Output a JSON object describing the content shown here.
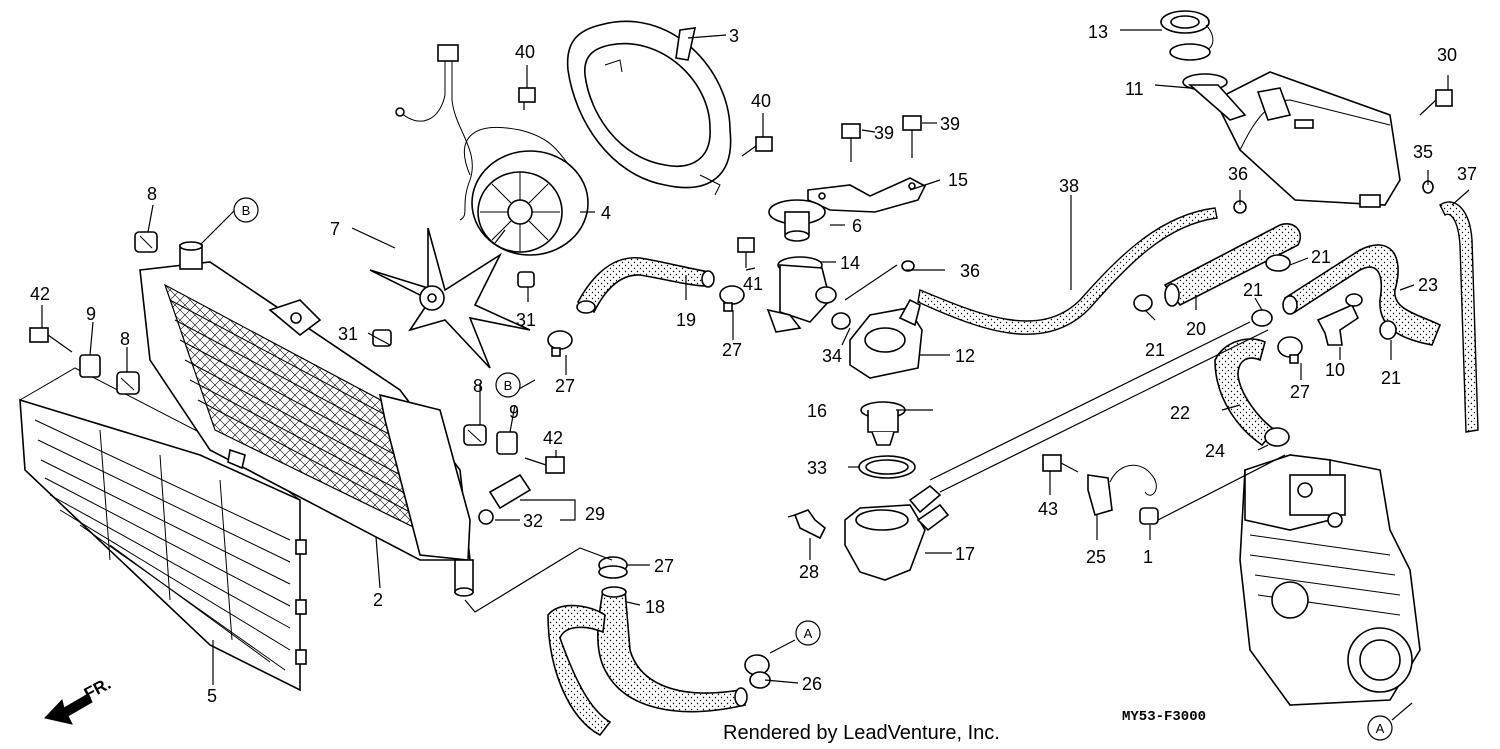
{
  "callouts": [
    {
      "id": "c1",
      "label": "1"
    },
    {
      "id": "c2",
      "label": "2"
    },
    {
      "id": "c3",
      "label": "3"
    },
    {
      "id": "c4",
      "label": "4"
    },
    {
      "id": "c5",
      "label": "5"
    },
    {
      "id": "c6",
      "label": "6"
    },
    {
      "id": "c7",
      "label": "7"
    },
    {
      "id": "c8a",
      "label": "8"
    },
    {
      "id": "c8b",
      "label": "8"
    },
    {
      "id": "c8c",
      "label": "8"
    },
    {
      "id": "c9a",
      "label": "9"
    },
    {
      "id": "c9b",
      "label": "9"
    },
    {
      "id": "c10",
      "label": "10"
    },
    {
      "id": "c11",
      "label": "11"
    },
    {
      "id": "c12",
      "label": "12"
    },
    {
      "id": "c13",
      "label": "13"
    },
    {
      "id": "c14",
      "label": "14"
    },
    {
      "id": "c15",
      "label": "15"
    },
    {
      "id": "c16",
      "label": "16"
    },
    {
      "id": "c17",
      "label": "17"
    },
    {
      "id": "c18",
      "label": "18"
    },
    {
      "id": "c19",
      "label": "19"
    },
    {
      "id": "c20",
      "label": "20"
    },
    {
      "id": "c21a",
      "label": "21"
    },
    {
      "id": "c21b",
      "label": "21"
    },
    {
      "id": "c21c",
      "label": "21"
    },
    {
      "id": "c21d",
      "label": "21"
    },
    {
      "id": "c22",
      "label": "22"
    },
    {
      "id": "c23",
      "label": "23"
    },
    {
      "id": "c24",
      "label": "24"
    },
    {
      "id": "c25",
      "label": "25"
    },
    {
      "id": "c26",
      "label": "26"
    },
    {
      "id": "c27a",
      "label": "27"
    },
    {
      "id": "c27b",
      "label": "27"
    },
    {
      "id": "c27c",
      "label": "27"
    },
    {
      "id": "c27d",
      "label": "27"
    },
    {
      "id": "c28",
      "label": "28"
    },
    {
      "id": "c29",
      "label": "29"
    },
    {
      "id": "c30",
      "label": "30"
    },
    {
      "id": "c31a",
      "label": "31"
    },
    {
      "id": "c31b",
      "label": "31"
    },
    {
      "id": "c32",
      "label": "32"
    },
    {
      "id": "c33",
      "label": "33"
    },
    {
      "id": "c34",
      "label": "34"
    },
    {
      "id": "c35",
      "label": "35"
    },
    {
      "id": "c36a",
      "label": "36"
    },
    {
      "id": "c36b",
      "label": "36"
    },
    {
      "id": "c37",
      "label": "37"
    },
    {
      "id": "c38",
      "label": "38"
    },
    {
      "id": "c39a",
      "label": "39"
    },
    {
      "id": "c39b",
      "label": "39"
    },
    {
      "id": "c40a",
      "label": "40"
    },
    {
      "id": "c40b",
      "label": "40"
    },
    {
      "id": "c41",
      "label": "41"
    },
    {
      "id": "c42a",
      "label": "42"
    },
    {
      "id": "c42b",
      "label": "42"
    },
    {
      "id": "c43",
      "label": "43"
    }
  ],
  "refs": {
    "a": "A",
    "b": "B"
  },
  "front_marker": "FR.",
  "diagram_code": "MY53-F3000",
  "footer": "Rendered by LeadVenture, Inc."
}
